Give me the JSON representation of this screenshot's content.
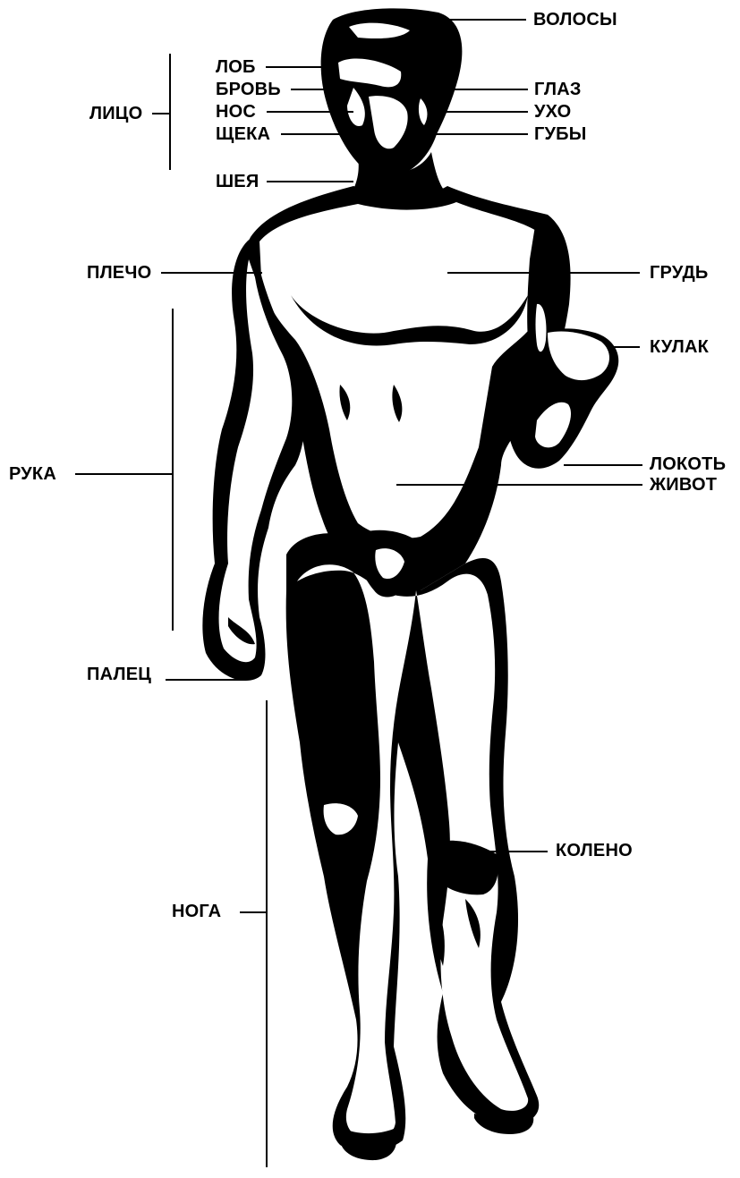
{
  "labels": {
    "hair": "ВОЛОСЫ",
    "forehead": "ЛОБ",
    "eyebrow": "БРОВЬ",
    "face": "ЛИЦО",
    "nose": "НОС",
    "cheek": "ЩЕКА",
    "eye": "ГЛАЗ",
    "ear": "УХО",
    "lips": "ГУБЫ",
    "neck": "ШЕЯ",
    "shoulder": "ПЛЕЧО",
    "chest": "ГРУДЬ",
    "fist": "КУЛАК",
    "arm": "РУКА",
    "elbow": "ЛОКОТЬ",
    "belly": "ЖИВОТ",
    "finger": "ПАЛЕЦ",
    "knee": "КОЛЕНО",
    "leg": "НОГА"
  },
  "colors": {
    "ink": "#000000",
    "paper": "#ffffff"
  }
}
